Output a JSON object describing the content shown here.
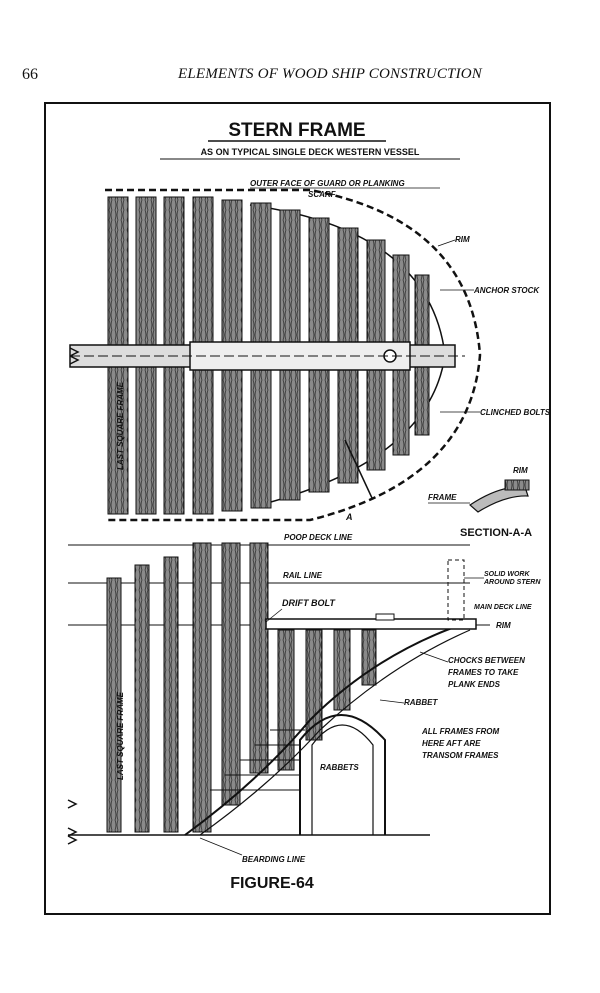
{
  "page": {
    "number": "66",
    "running_head": "ELEMENTS OF WOOD SHIP CONSTRUCTION"
  },
  "figure": {
    "title": "STERN FRAME",
    "subtitle": "AS ON TYPICAL SINGLE DECK WESTERN VESSEL",
    "caption": "FIGURE-64",
    "plan_labels": {
      "outer_face": "OUTER FACE OF GUARD OR PLANKING",
      "scarf": "SCARF",
      "rim": "RIM",
      "anchor_stock": "ANCHOR STOCK",
      "clinched_bolts": "CLINCHED BOLTS",
      "last_square_frame": "LAST SQUARE FRAME",
      "section_marker": "A"
    },
    "section_labels": {
      "rim": "RIM",
      "frame": "FRAME",
      "title": "SECTION-A-A"
    },
    "elevation_labels": {
      "poop_deck_line": "POOP DECK LINE",
      "rail_line": "RAIL LINE",
      "solid_work_1": "SOLID WORK",
      "solid_work_2": "AROUND STERN",
      "drift_bolt": "DRIFT BOLT",
      "main_deck_line": "MAIN DECK LINE",
      "rim": "RIM",
      "chocks_1": "CHOCKS BETWEEN",
      "chocks_2": "FRAMES TO TAKE",
      "chocks_3": "PLANK ENDS",
      "rabbet": "RABBET",
      "all_frames_1": "ALL FRAMES FROM",
      "all_frames_2": "HERE AFT ARE",
      "all_frames_3": "TRANSOM FRAMES",
      "rabbets": "RABBETS",
      "last_square_frame": "LAST SQUARE FRAME",
      "bearding_line": "BEARDING LINE"
    }
  }
}
